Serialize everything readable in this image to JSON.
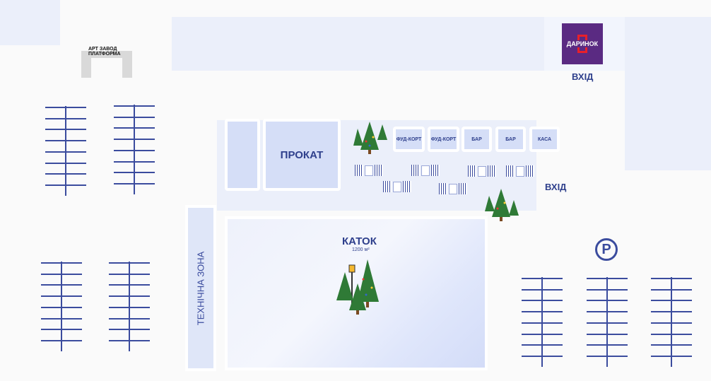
{
  "logo_art": "АРТ ЗАВОД ПЛАТФОРМА",
  "logo_daryнок": "ДАРИНОК",
  "entrance_top": "ВХІД",
  "entrance_right": "ВХІД",
  "rental": "ПРОКАТ",
  "kiosks": [
    "ФУД-КОРТ",
    "ФУД-КОРТ",
    "БАР",
    "БАР",
    "КАСА"
  ],
  "rink": {
    "title": "КАТОК",
    "area": "1200 м²"
  },
  "tech_zone": "ТЕХНІЧНА ЗОНА",
  "parking_symbol": "P",
  "colors": {
    "accent": "#2e3f8c",
    "logo_bg": "#5a2a82",
    "logo_red": "#e8202a"
  }
}
